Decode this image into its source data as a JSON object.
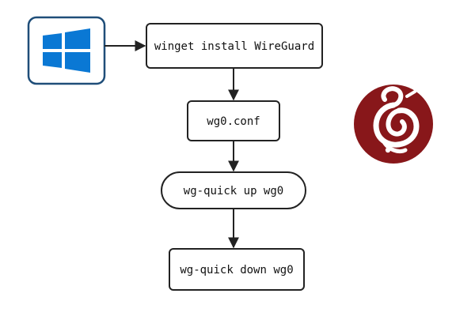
{
  "diagram": {
    "nodes": {
      "install": "winget install WireGuard",
      "conf": "wg0.conf",
      "up": "wg-quick up wg0",
      "down": "wg-quick down wg0"
    },
    "icons": {
      "os_logo": "windows-logo-icon",
      "wireguard_logo": "wireguard-logo-icon"
    },
    "colors": {
      "windows_blue": "#0A78D4",
      "windows_border": "#1F4E79",
      "wireguard_red": "#88171A",
      "stroke": "#222222"
    }
  }
}
